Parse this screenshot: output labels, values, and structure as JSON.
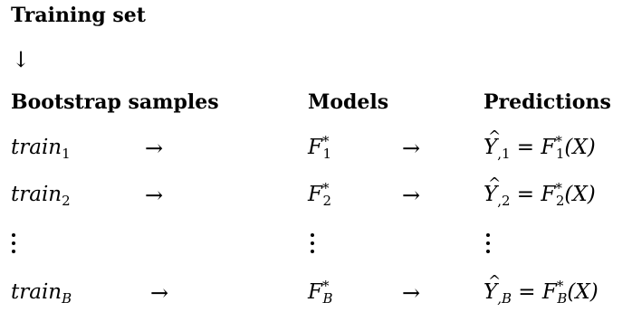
{
  "title": "Training set",
  "down_arrow": "↓",
  "right_arrow": "→",
  "headers": {
    "bootstrap": "Bootstrap samples",
    "models": "Models",
    "predictions": "Predictions"
  },
  "rows": [
    {
      "sample_base": "train",
      "sample_sub": "1",
      "model_base": "F",
      "model_sup": "*",
      "model_sub": "1",
      "pred_base": "Y",
      "pred_sub": ",1",
      "pred_eq": " = ",
      "pred_rhs_base": "F",
      "pred_rhs_sup": "*",
      "pred_rhs_sub": "1",
      "pred_rhs_arg": "(X)"
    },
    {
      "sample_base": "train",
      "sample_sub": "2",
      "model_base": "F",
      "model_sup": "*",
      "model_sub": "2",
      "pred_base": "Y",
      "pred_sub": ",2",
      "pred_eq": " = ",
      "pred_rhs_base": "F",
      "pred_rhs_sup": "*",
      "pred_rhs_sub": "2",
      "pred_rhs_arg": "(X)"
    },
    {
      "sample_base": "train",
      "sample_sub": "B",
      "model_base": "F",
      "model_sup": "*",
      "model_sub": "B",
      "pred_base": "Y",
      "pred_sub": ",B",
      "pred_eq": " = ",
      "pred_rhs_base": "F",
      "pred_rhs_sup": "*",
      "pred_rhs_sub": "B",
      "pred_rhs_arg": "(X)"
    }
  ]
}
